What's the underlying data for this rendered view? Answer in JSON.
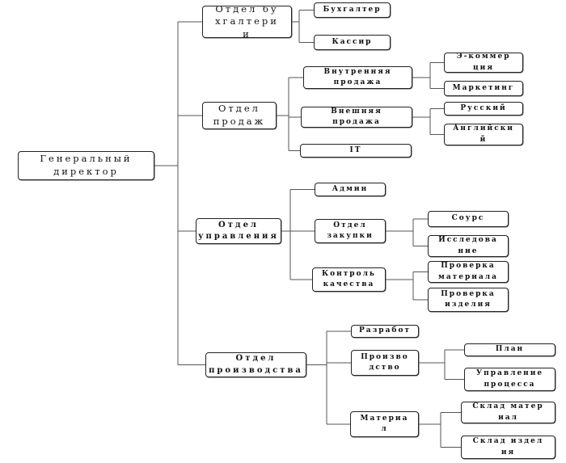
{
  "root": {
    "label": "Генеральный\nдиректор"
  },
  "departments": [
    {
      "label": "Отдел бу\nхгалтери\nи",
      "children": [
        {
          "label": "Бухгалтер"
        },
        {
          "label": "Кассир"
        }
      ]
    },
    {
      "label": "Отдел\nпродаж",
      "children": [
        {
          "label": "Внутренняя\nпродажа",
          "children": [
            {
              "label": "Э-коммер\nция"
            },
            {
              "label": "Маркетинг"
            }
          ]
        },
        {
          "label": "Внешняя\nпродажа",
          "children": [
            {
              "label": "Русский"
            },
            {
              "label": "Английски\nй"
            }
          ]
        },
        {
          "label": "IT"
        }
      ]
    },
    {
      "label": "Отдел\nуправления",
      "children": [
        {
          "label": "Админ"
        },
        {
          "label": "Отдел\nзакупки",
          "children": [
            {
              "label": "Соурс"
            },
            {
              "label": "Исследова\nние"
            }
          ]
        },
        {
          "label": "Контроль\nкачества",
          "children": [
            {
              "label": "Проверка\nматериала"
            },
            {
              "label": "Проверка\nизделия"
            }
          ]
        }
      ]
    },
    {
      "label": "Отдел\nпроизводства",
      "children": [
        {
          "label": "Разработ"
        },
        {
          "label": "Произво\nдство",
          "children": [
            {
              "label": "План"
            },
            {
              "label": "Управление\nпроцесса"
            }
          ]
        },
        {
          "label": "Материа\nл",
          "children": [
            {
              "label": "Склад матер\nиал"
            },
            {
              "label": "Склад издел\nия"
            }
          ]
        }
      ]
    }
  ]
}
